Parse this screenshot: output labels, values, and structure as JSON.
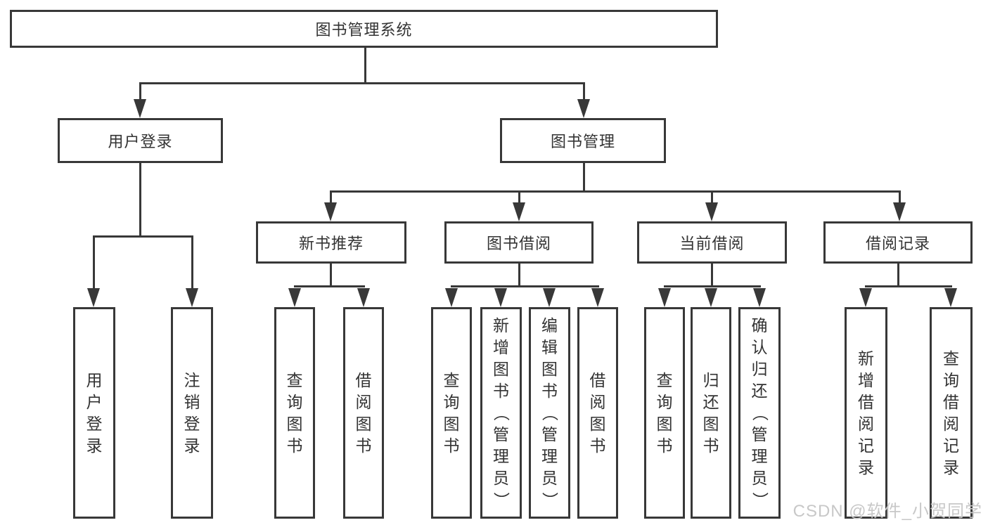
{
  "diagram": {
    "title_node": {
      "label": "图书管理系统"
    },
    "branches": [
      {
        "label": "用户登录",
        "leaves": [
          {
            "label": "用户登录"
          },
          {
            "label": "注销登录"
          }
        ]
      },
      {
        "label": "图书管理",
        "groups": [
          {
            "label": "新书推荐",
            "leaves": [
              {
                "label": "查询图书"
              },
              {
                "label": "借阅图书"
              }
            ]
          },
          {
            "label": "图书借阅",
            "leaves": [
              {
                "label": "查询图书"
              },
              {
                "label": "新增图书（管理员）"
              },
              {
                "label": "编辑图书（管理员）"
              },
              {
                "label": "借阅图书"
              }
            ]
          },
          {
            "label": "当前借阅",
            "leaves": [
              {
                "label": "查询图书"
              },
              {
                "label": "归还图书"
              },
              {
                "label": "确认归还（管理员）"
              }
            ]
          },
          {
            "label": "借阅记录",
            "leaves": [
              {
                "label": "新增借阅记录"
              },
              {
                "label": "查询借阅记录"
              }
            ]
          }
        ]
      }
    ]
  },
  "watermark": {
    "text": "CSDN @软件_小贺同学"
  },
  "colors": {
    "line": "#383838",
    "text": "#333333",
    "watermark": "#c8c8c8",
    "background": "#ffffff"
  }
}
